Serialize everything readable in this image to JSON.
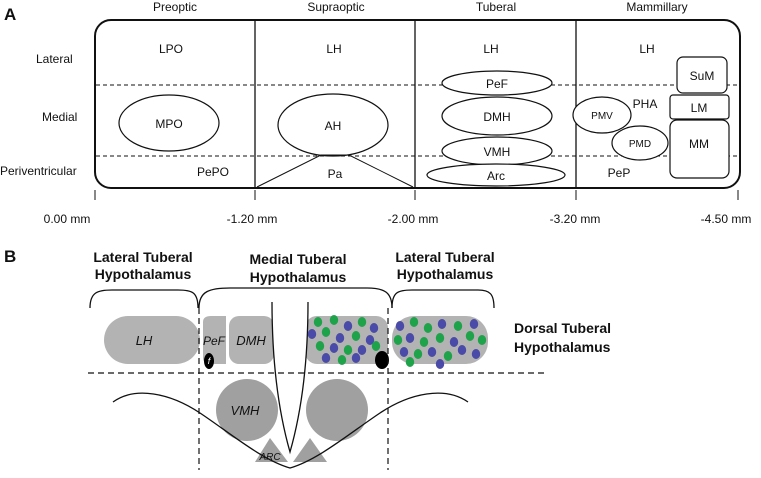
{
  "panel_a": {
    "letter": "A",
    "columns": [
      "Preoptic",
      "Supraoptic",
      "Tuberal",
      "Mammillary"
    ],
    "rows": [
      "Lateral",
      "Medial",
      "Periventricular"
    ],
    "regions": {
      "lpo": "LPO",
      "mpo": "MPO",
      "pepo": "PePO",
      "lh_supra": "LH",
      "ah": "AH",
      "pa": "Pa",
      "lh_tub": "LH",
      "pef": "PeF",
      "dmh": "DMH",
      "vmh": "VMH",
      "arc": "Arc",
      "lh_mam": "LH",
      "sum": "SuM",
      "lm": "LM",
      "pha": "PHA",
      "pmv": "PMV",
      "pmd": "PMD",
      "mm": "MM",
      "pep": "PeP"
    },
    "axis_ticks": [
      "0.00 mm",
      "-1.20 mm",
      "-2.00 mm",
      "-3.20 mm",
      "-4.50 mm"
    ]
  },
  "panel_b": {
    "letter": "B",
    "left_title_line1": "Lateral Tuberal",
    "left_title_line2": "Hypothalamus",
    "middle_title_line1": "Medial Tuberal",
    "middle_title_line2": "Hypothalamus",
    "right_title_line1": "Lateral Tuberal",
    "right_title_line2": "Hypothalamus",
    "side_label_line1": "Dorsal Tuberal",
    "side_label_line2": "Hypothalamus",
    "regions": {
      "lh": "LH",
      "pef": "PeF",
      "f": "f",
      "dmh": "DMH",
      "vmh": "VMH",
      "arc": "ARC"
    }
  },
  "colors": {
    "region_fill": "#b3b3b3",
    "vmh_fill": "#a0a0a0",
    "green_dot": "#1ea34a",
    "blue_dot": "#4a4aa8"
  }
}
